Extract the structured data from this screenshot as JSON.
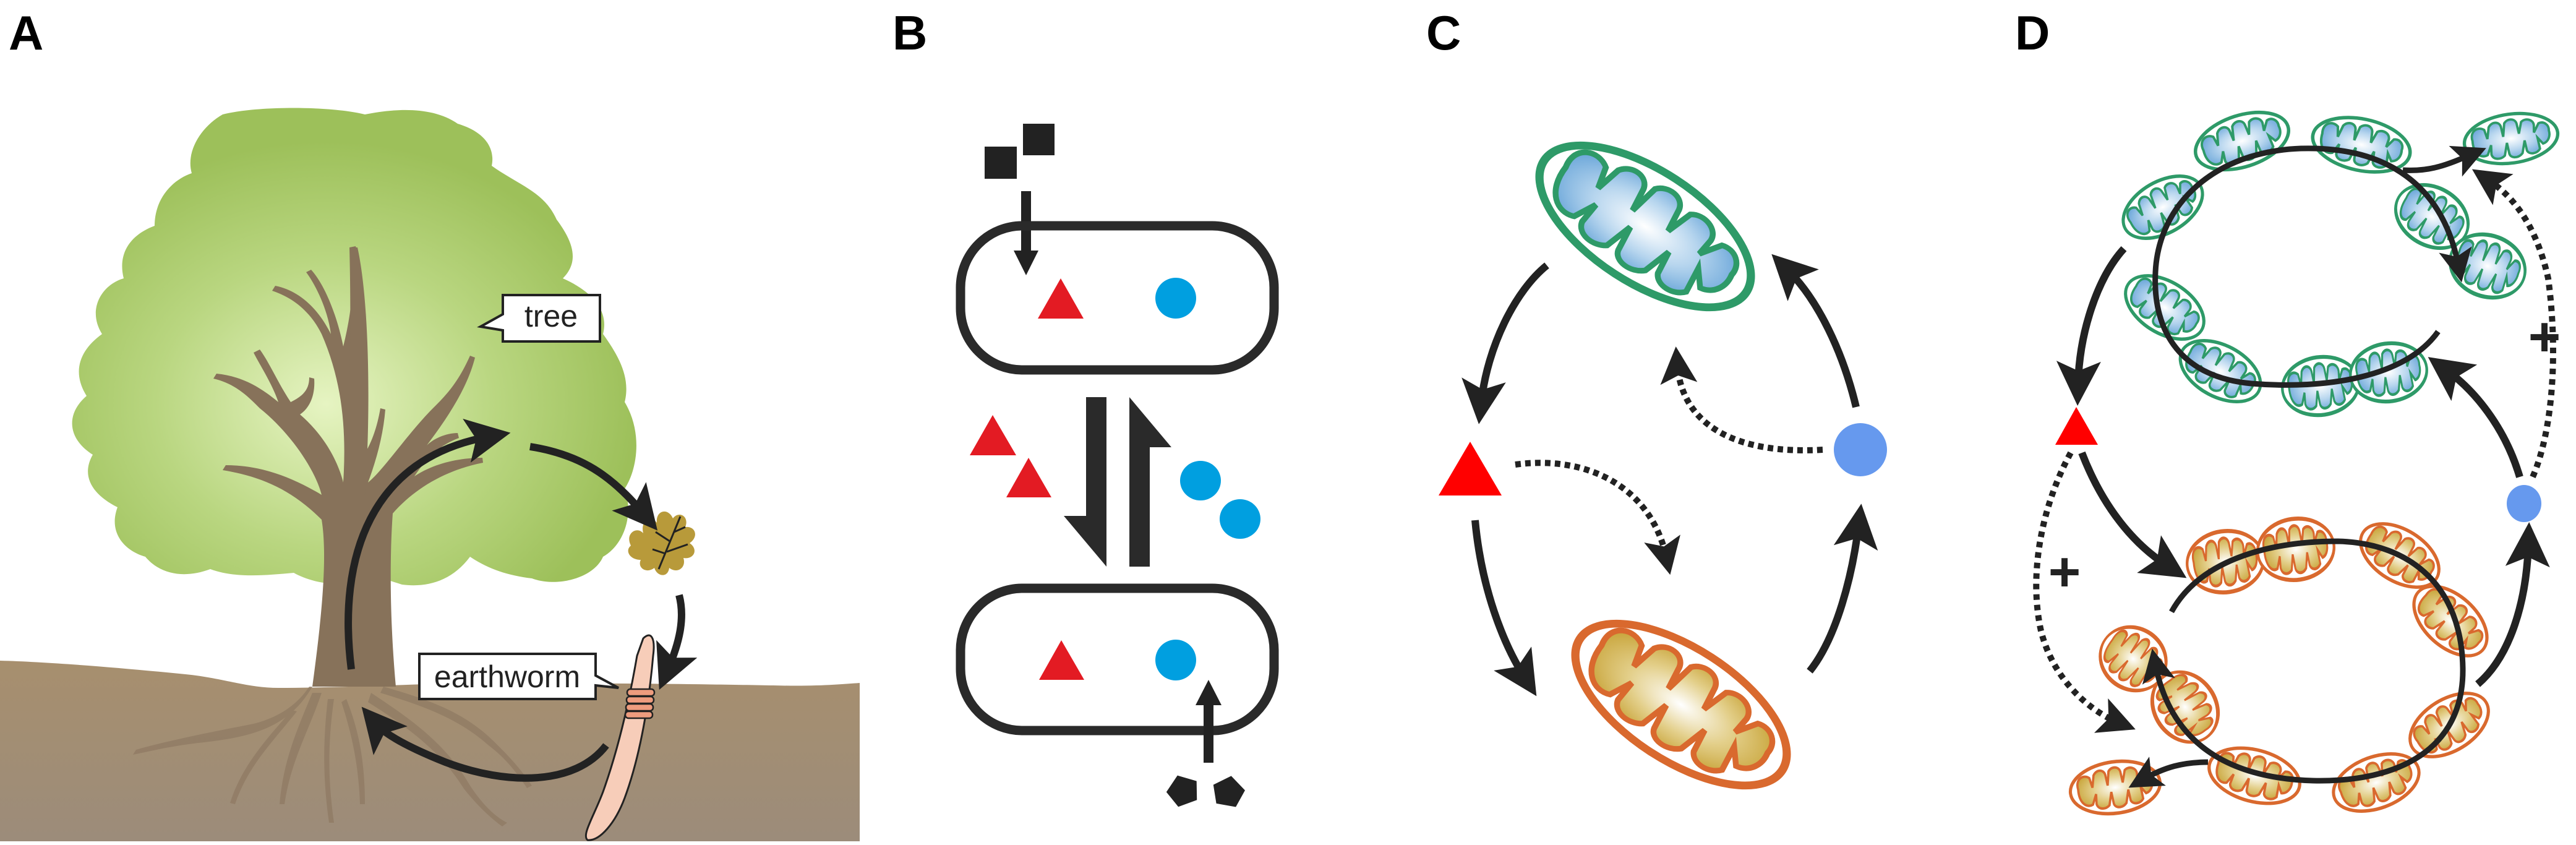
{
  "figure": {
    "panels": [
      {
        "id": "A",
        "label": "A",
        "callouts": {
          "tree": "tree",
          "earthworm": "earthworm"
        },
        "elements": [
          "tree",
          "fallen-leaf",
          "earthworm",
          "soil",
          "cycle-arrows"
        ]
      },
      {
        "id": "B",
        "label": "B",
        "elements": [
          "cell-top",
          "cell-bottom",
          "red-triangles",
          "blue-circles",
          "black-squares",
          "black-pentagons",
          "equilibrium-arrows"
        ]
      },
      {
        "id": "C",
        "label": "C",
        "elements": [
          "green-mitochondrion",
          "orange-mitochondrion",
          "red-triangle",
          "blue-circle",
          "solid-arrows",
          "dotted-arrows"
        ]
      },
      {
        "id": "D",
        "label": "D",
        "plus_signs": [
          "+",
          "+"
        ],
        "elements": [
          "green-mitochondria-network",
          "orange-mitochondria-network",
          "red-triangle",
          "blue-circle",
          "cycle-arrows",
          "dotted-arrows"
        ]
      }
    ],
    "colors": {
      "red_symbol": "#e31b23",
      "blue_symbol_b": "#009fe0",
      "blue_symbol_cd": "#6699ee",
      "green_membrane": "#2e9a68",
      "blue_matrix": "#6aa6d8",
      "orange_membrane": "#d9692e",
      "gold_matrix": "#c9a53a",
      "tree_crown": "#9dc05a",
      "trunk": "#87725a",
      "soil": "#a89478",
      "leaf": "#b89a3a",
      "worm": "#f7cdb9",
      "arrow": "#222222"
    }
  }
}
